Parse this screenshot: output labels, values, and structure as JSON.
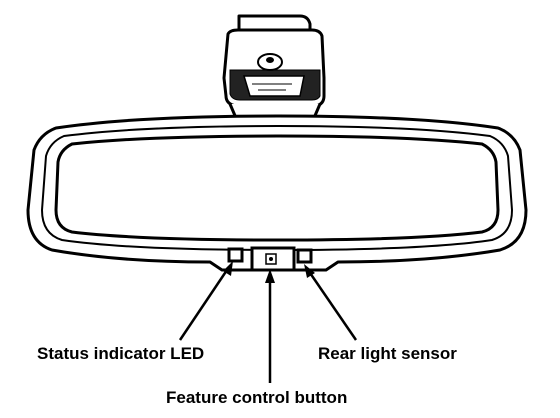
{
  "labels": {
    "status_indicator": "Status indicator LED",
    "rear_light_sensor": "Rear light sensor",
    "feature_control_button": "Feature control button"
  }
}
